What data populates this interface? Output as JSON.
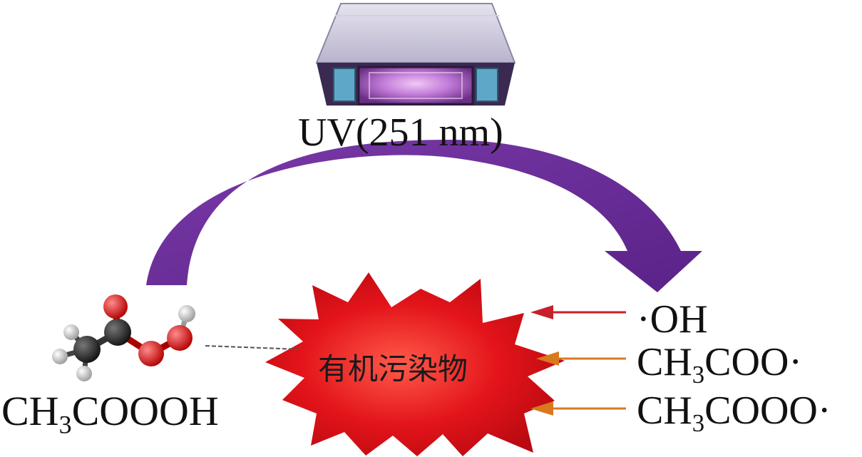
{
  "lamp": {
    "label": "UV(251 nm)",
    "icon": "uv-lamp-icon"
  },
  "precursor": {
    "main": "CH",
    "sub": "3",
    "rest": "COOOH",
    "icon": "peracetic-acid-molecule-icon"
  },
  "target": {
    "label": "有机污染物"
  },
  "radicals": [
    {
      "pre": "·OH",
      "sub": "",
      "post": "",
      "arrow_color": "#c8202a"
    },
    {
      "pre": "CH",
      "sub": "3",
      "post": "COO·",
      "arrow_color": "#d9781f"
    },
    {
      "pre": "CH",
      "sub": "3",
      "post": "COOO·",
      "arrow_color": "#d9781f"
    }
  ],
  "colors": {
    "arc": "#6a2d96",
    "burst": "#e3141a",
    "lamp_glow": "#c07ad8"
  }
}
